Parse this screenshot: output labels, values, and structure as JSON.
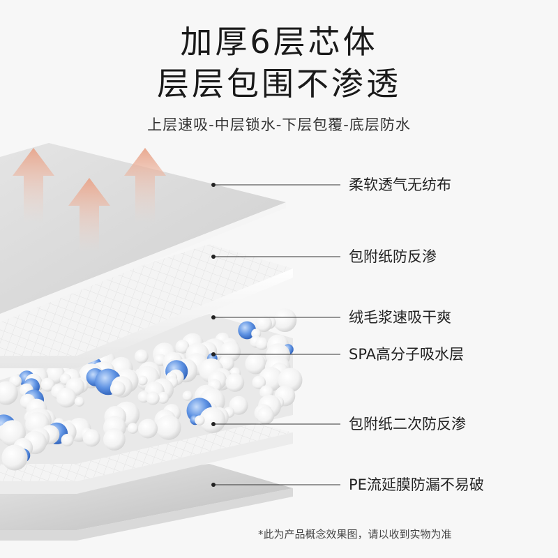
{
  "header": {
    "title_line1": "加厚6层芯体",
    "title_line2": "层层包围不渗透",
    "subtitle": "上层速吸-中层锁水-下层包覆-底层防水"
  },
  "layers": [
    {
      "label": "柔软透气无纺布"
    },
    {
      "label": "包附纸防反渗"
    },
    {
      "label": "绒毛浆速吸干爽"
    },
    {
      "label": "SPA高分子吸水层"
    },
    {
      "label": "包附纸二次防反渗"
    },
    {
      "label": "PE流延膜防漏不易破"
    }
  ],
  "footer": {
    "disclaimer": "*此为产品概念效果图，请以收到实物为准"
  },
  "colors": {
    "background": "#f7f7f7",
    "arrow": "#e8a48a",
    "bead_blue": "#4a7fd8",
    "leader_line": "#333333"
  },
  "icons": [
    "up-arrow-icon",
    "up-arrow-icon",
    "up-arrow-icon"
  ]
}
